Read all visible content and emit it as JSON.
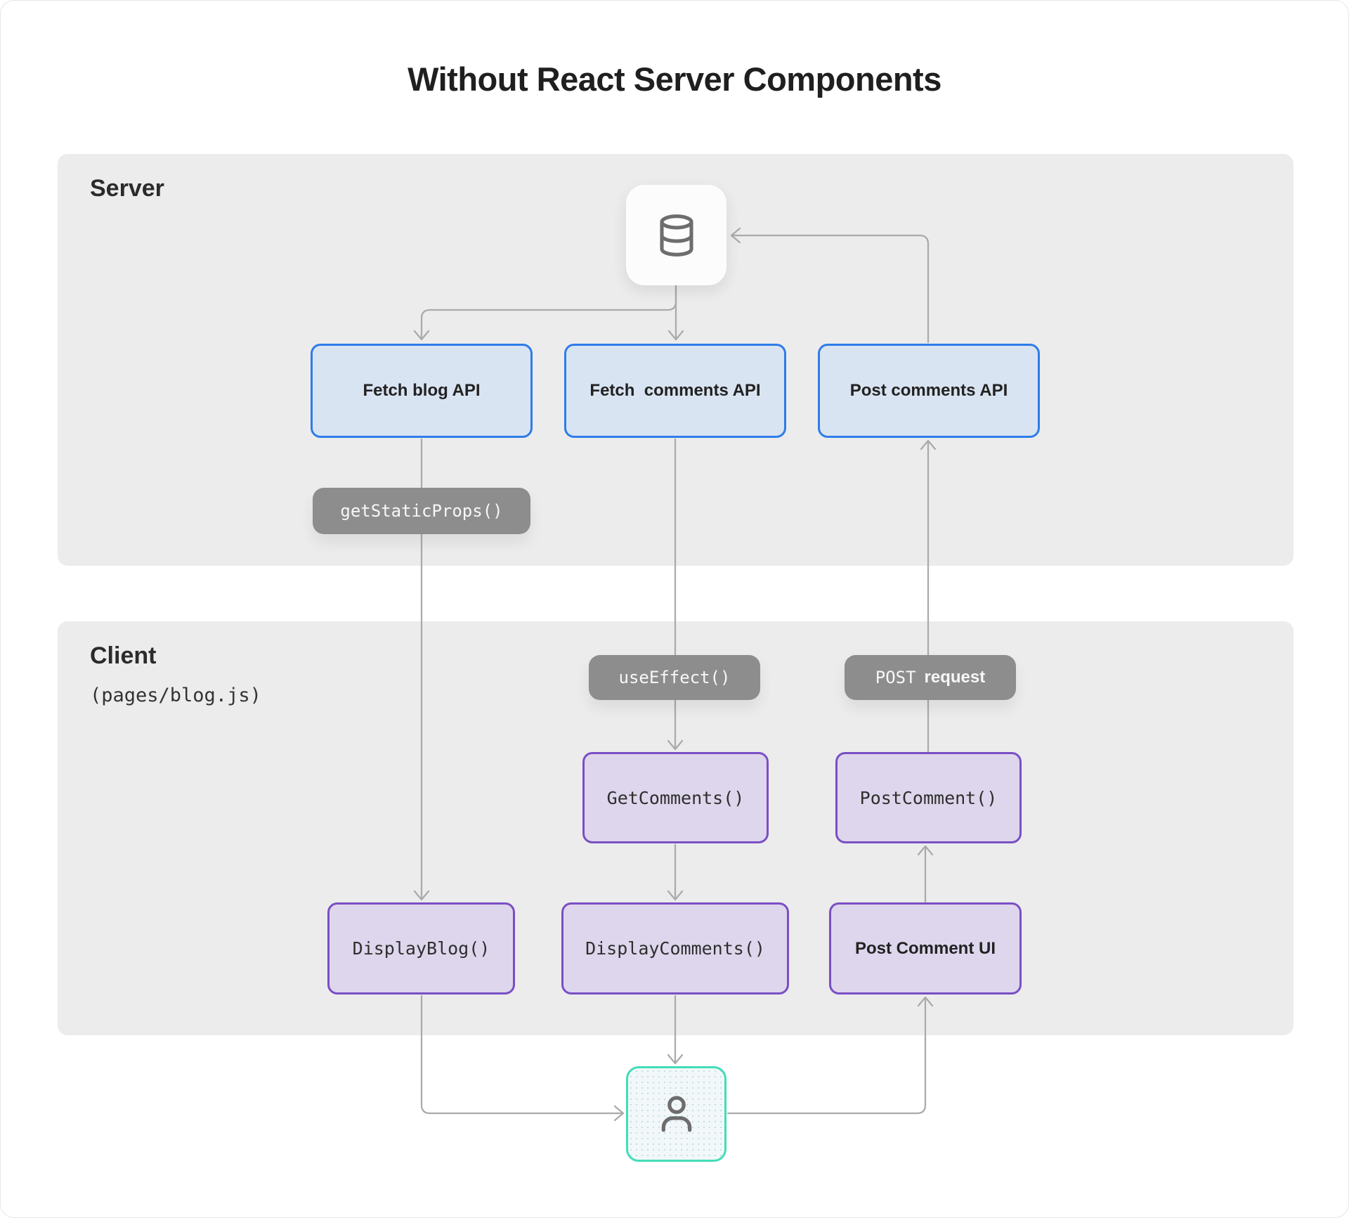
{
  "title": "Without React Server Components",
  "server_section": {
    "label": "Server",
    "nodes": {
      "database_icon": "database-icon",
      "fetch_blog_api": "Fetch blog API",
      "fetch_comments_api": "Fetch  comments API",
      "post_comments_api": "Post comments API",
      "get_static_props": "getStaticProps()"
    }
  },
  "client_section": {
    "label": "Client",
    "sublabel": "(pages/blog.js)",
    "nodes": {
      "use_effect": "useEffect()",
      "post_request_mono": "POST",
      "post_request_bold": "request",
      "get_comments": "GetComments()",
      "post_comment": "PostComment()",
      "display_blog": "DisplayBlog()",
      "display_comments": "DisplayComments()",
      "post_comment_ui": "Post Comment UI",
      "user_icon": "user-icon"
    }
  },
  "colors": {
    "page_background": "#ffffff",
    "section_background": "#ececec",
    "blue_box_fill": "#d9e4f2",
    "blue_box_border": "#2e7ce9",
    "purple_box_fill": "#ded6ec",
    "purple_box_border": "#7a4fc5",
    "pill_fill": "#8d8d8d",
    "user_box_border": "#42ddb9",
    "user_box_fill": "#f2f8f9",
    "connector_line": "#aaaaaa",
    "icon_stroke": "#6d6d6d",
    "text_dark": "#222222"
  }
}
